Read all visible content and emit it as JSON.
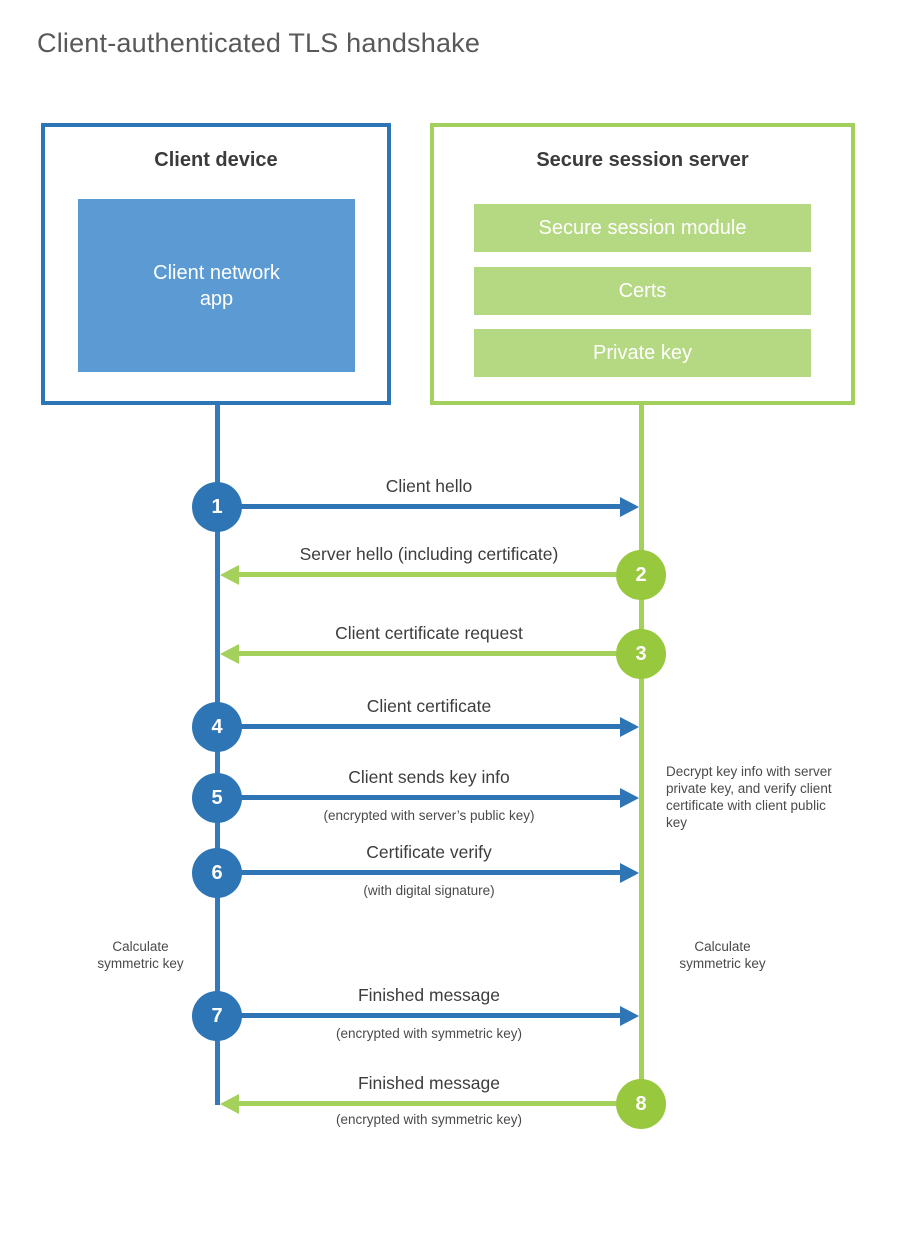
{
  "page": {
    "title": "Client-authenticated TLS handshake"
  },
  "client_box": {
    "title": "Client device",
    "app": {
      "line1": "Client network",
      "line2": "app"
    }
  },
  "server_box": {
    "title": "Secure session server",
    "modules": [
      "Secure session module",
      "Certs",
      "Private key"
    ]
  },
  "steps": [
    {
      "num": "1",
      "label": "Client hello",
      "direction": "client-to-server",
      "color": "blue"
    },
    {
      "num": "2",
      "label": "Server hello (including certificate)",
      "direction": "server-to-client",
      "color": "green"
    },
    {
      "num": "3",
      "label": "Client certificate request",
      "direction": "server-to-client",
      "color": "green"
    },
    {
      "num": "4",
      "label": "Client certificate",
      "direction": "client-to-server",
      "color": "blue"
    },
    {
      "num": "5",
      "label": "Client sends key info",
      "sublabel": "(encrypted with server’s public key)",
      "direction": "client-to-server",
      "color": "blue"
    },
    {
      "num": "6",
      "label": "Certificate verify",
      "sublabel": "(with digital signature)",
      "direction": "client-to-server",
      "color": "blue"
    },
    {
      "num": "7",
      "label": "Finished message",
      "sublabel": "(encrypted with symmetric key)",
      "direction": "client-to-server",
      "color": "blue"
    },
    {
      "num": "8",
      "label": "Finished message",
      "sublabel": "(encrypted with symmetric key)",
      "direction": "server-to-client",
      "color": "green"
    }
  ],
  "annotations": {
    "decrypt_note": "Decrypt key info with server private key, and verify client certificate with client public key",
    "calc_left": "Calculate symmetric key",
    "calc_right": "Calculate symmetric key"
  },
  "colors": {
    "blue": "#2e75b6",
    "blue_light": "#5b9ad3",
    "green": "#97c83d",
    "green_light": "#b5d883",
    "green_line": "#a4d05c",
    "text_dark": "#3d3d3d",
    "title_gray": "#595959"
  }
}
